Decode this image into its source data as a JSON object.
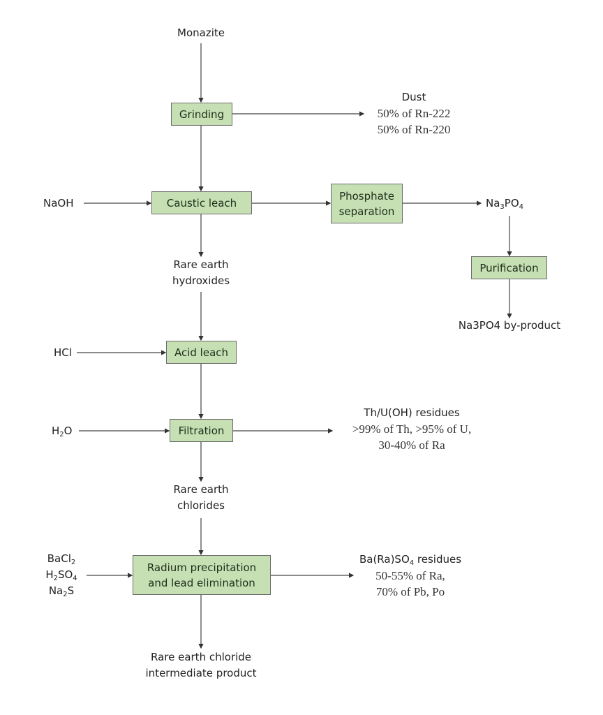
{
  "diagram": {
    "title": "Monazite processing flowsheet",
    "colors": {
      "process_box_fill": "#c6e0b4",
      "process_box_border": "#6b6b6b",
      "line": "#444444"
    },
    "feed": "Monazite",
    "process_steps": [
      {
        "id": "grinding",
        "lines": [
          "Grinding"
        ]
      },
      {
        "id": "caustic_leach",
        "lines": [
          "Caustic leach"
        ]
      },
      {
        "id": "phosphate_separation",
        "lines": [
          "Phosphate",
          "separation"
        ]
      },
      {
        "id": "purification",
        "lines": [
          "Purification"
        ]
      },
      {
        "id": "acid_leach",
        "lines": [
          "Acid leach"
        ]
      },
      {
        "id": "filtration",
        "lines": [
          "Filtration"
        ]
      },
      {
        "id": "radium_precipitation",
        "lines": [
          "Radium precipitation",
          "and lead elimination"
        ]
      }
    ],
    "inputs": {
      "naoh": "NaOH",
      "hcl": "HCl",
      "h2o": {
        "base": "H",
        "sub": "2",
        "rest": "O"
      },
      "radium_reagents": [
        {
          "base": "BaCl",
          "sub": "2",
          "rest": ""
        },
        {
          "base": "H",
          "sub": "2",
          "rest": "SO",
          "sub2": "4"
        },
        {
          "base": "Na",
          "sub": "2",
          "rest": "S"
        }
      ]
    },
    "intermediates": {
      "rare_earth_hydroxides": [
        "Rare earth",
        "hydroxides"
      ],
      "rare_earth_chlorides": [
        "Rare earth",
        "chlorides"
      ],
      "na3po4": {
        "base": "Na",
        "sub": "3",
        "rest": "PO",
        "sub2": "4"
      }
    },
    "outputs": {
      "dust": {
        "title": "Dust",
        "lines": [
          "50% of Rn-222",
          "50% of Rn-220"
        ]
      },
      "na3po4_byproduct": "Na3PO4 by-product",
      "th_u_residues": {
        "title": "Th/U(OH) residues",
        "lines": [
          ">99% of Th, >95% of U,",
          "30-40% of Ra"
        ]
      },
      "ba_ra_so4_residues": {
        "title_base": "Ba(Ra)SO",
        "title_sub": "4",
        "title_rest": " residues",
        "lines": [
          "50-55% of Ra,",
          "70% of Pb, Po"
        ]
      },
      "final_product": [
        "Rare earth chloride",
        "intermediate product"
      ]
    }
  }
}
